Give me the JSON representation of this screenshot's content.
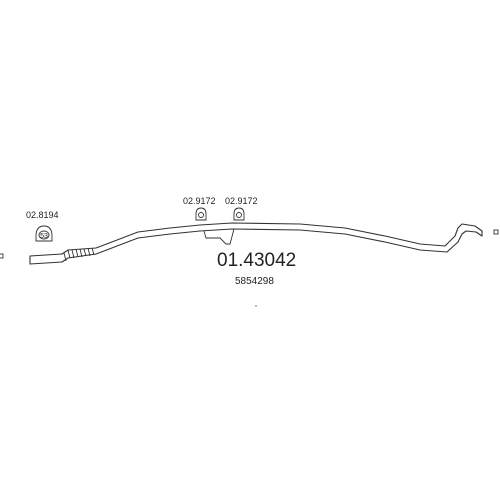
{
  "diagram": {
    "main_part_number": "01.43042",
    "oem_number": "5854298",
    "gasket_label": "02.8194",
    "gasket_symbol": "53",
    "hanger_left_label": "02.9172",
    "hanger_right_label": "02.9172"
  }
}
